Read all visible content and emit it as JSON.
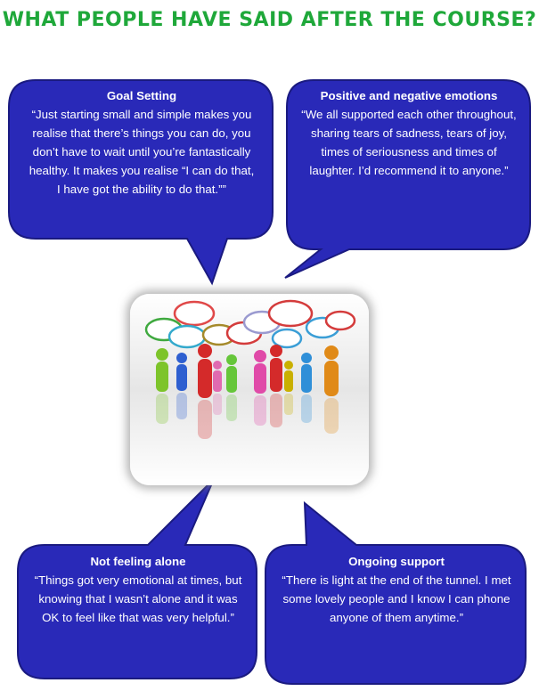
{
  "title": "What people have said after the course?",
  "colors": {
    "title": "#1fa83a",
    "bubble": "#2929b8",
    "bubble_border": "#1a1a80",
    "bubble_text": "#ffffff"
  },
  "bubbles": [
    {
      "heading": "Goal Setting",
      "quote": "“Just starting small and simple makes you realise that there’s things you can do, you don’t have to wait until you’re fantastically healthy. It makes you realise “I can do that, I have got the ability to do that.””"
    },
    {
      "heading": "Positive and negative emotions",
      "quote": "“We all supported each other throughout, sharing tears of sadness, tears of joy, times of seriousness and times of laughter. I’d recommend it to anyone.”"
    },
    {
      "heading": "Not feeling alone",
      "quote": "“Things got very emotional at times, but knowing that I wasn’t alone and it was OK to feel like that was very helpful.”"
    },
    {
      "heading": "Ongoing support",
      "quote": "“There is light at the end of the tunnel. I met some lovely people and I know I can phone anyone of them anytime.”"
    }
  ],
  "illustration": {
    "icon": "people-speech-bubbles-illustration"
  }
}
